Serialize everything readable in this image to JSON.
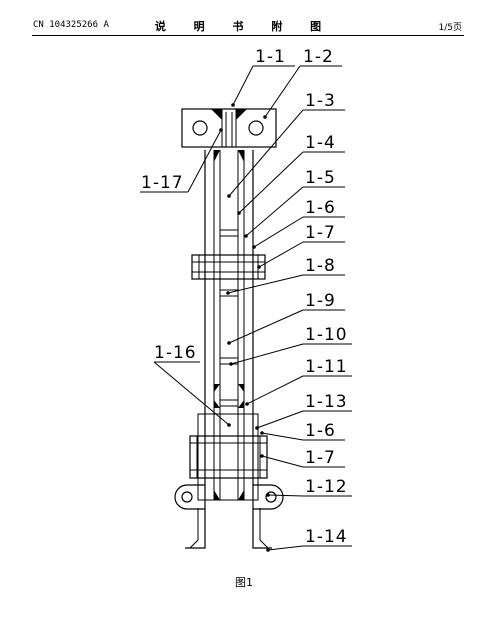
{
  "header": {
    "doc_number": "CN 104325266 A",
    "title": "说 明 书 附 图",
    "page": "1/5页"
  },
  "figure": {
    "caption": "图1",
    "labels": [
      "1-1",
      "1-2",
      "1-3",
      "1-4",
      "1-5",
      "1-6",
      "1-7",
      "1-8",
      "1-9",
      "1-10",
      "1-11",
      "1-13",
      "1-6",
      "1-7",
      "1-12",
      "1-14",
      "1-16",
      "1-17"
    ]
  }
}
